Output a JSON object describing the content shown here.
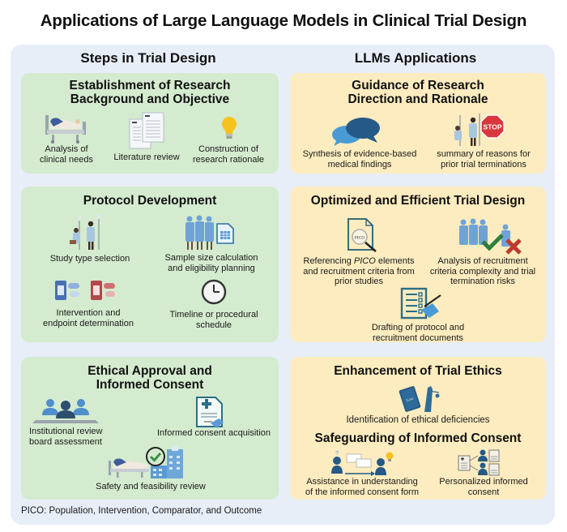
{
  "title": "Applications of Large Language Models in Clinical Trial Design",
  "columns": {
    "left_heading": "Steps in Trial Design",
    "right_heading": "LLMs Applications"
  },
  "steps": [
    {
      "title_line1": "Establishment of Research",
      "title_line2": "Background and Objective",
      "items": [
        {
          "icon": "hospital-bed-icon",
          "line1": "Analysis of",
          "line2": "clinical needs"
        },
        {
          "icon": "documents-icon",
          "line1": "Literature review",
          "line2": ""
        },
        {
          "icon": "lightbulb-icon",
          "line1": "Construction of",
          "line2": "research rationale"
        }
      ]
    },
    {
      "title_line1": "Protocol Development",
      "items": [
        {
          "icon": "patients-iv-icon",
          "line1": "Study type selection",
          "line2": ""
        },
        {
          "icon": "group-spreadsheet-icon",
          "line1": "Sample size calculation",
          "line2": "and eligibility planning"
        },
        {
          "icon": "pill-bottles-icon",
          "line1": "Intervention and",
          "line2": "endpoint determination"
        },
        {
          "icon": "clock-icon",
          "line1": "Timeline or procedural",
          "line2": "schedule"
        }
      ]
    },
    {
      "title_line1": "Ethical Approval and",
      "title_line2": "Informed Consent",
      "items": [
        {
          "icon": "board-meeting-icon",
          "line1": "Institutional review",
          "line2": "board assessment"
        },
        {
          "icon": "medical-form-signing-icon",
          "line1": "Informed consent acquisition",
          "line2": ""
        },
        {
          "icon": "hospital-check-icon",
          "line1": "Safety and feasibility review",
          "line2": ""
        }
      ]
    }
  ],
  "applications": [
    {
      "title_line1": "Guidance of Research",
      "title_line2": "Direction and Rationale",
      "items": [
        {
          "icon": "speech-bubbles-icon",
          "line1": "Synthesis of evidence-based",
          "line2": "medical findings"
        },
        {
          "icon": "patients-stop-sign-icon",
          "line1": "summary of reasons for",
          "line2": "prior trial terminations",
          "sign_text": "STOP"
        }
      ]
    },
    {
      "title_line1": "Optimized and Efficient Trial Design",
      "items": [
        {
          "icon": "pico-search-document-icon",
          "line1_pre": "Referencing ",
          "line1_em": "PICO",
          "line1_post": " elements",
          "line2": "and recruitment criteria from",
          "line3": "prior studies",
          "doc_text": "PICO"
        },
        {
          "icon": "patients-check-cross-icon",
          "line1": "Analysis of recruitment",
          "line2": "criteria complexity and trial",
          "line3": "termination risks"
        },
        {
          "icon": "checklist-writing-icon",
          "line1": "Drafting of protocol and",
          "line2": "recruitment documents"
        }
      ]
    },
    {
      "title_line1": "Enhancement of Trial Ethics",
      "items": [
        {
          "icon": "law-justice-icon",
          "line1": "Identification of ethical deficiencies",
          "book_text": "Law"
        }
      ],
      "subtitle": "Safeguarding of Informed Consent",
      "sub_items": [
        {
          "icon": "consent-explanation-icon",
          "line1": "Assistance in understanding",
          "line2": "of the informed consent form"
        },
        {
          "icon": "personalized-consent-icon",
          "line1": "Personalized informed",
          "line2": "consent"
        }
      ]
    }
  ],
  "footnote": "PICO: Population, Intervention, Comparator, and Outcome",
  "colors": {
    "outer_bg": "#e8eef8",
    "green_panel": "#d4ebcf",
    "yellow_panel": "#fcecbf",
    "icon_blue": "#5b9bd5",
    "icon_navy": "#2a5a7c",
    "stop_red": "#d9363e",
    "check_green": "#3c8f4a",
    "cross_red": "#c0392b"
  }
}
